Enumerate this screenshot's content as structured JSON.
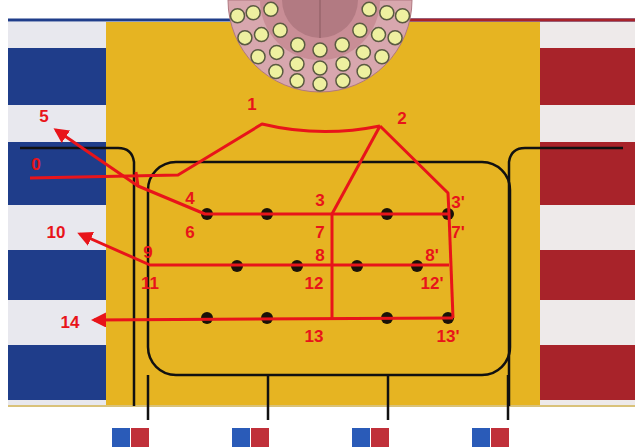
{
  "diagram": {
    "labels": [
      "1",
      "2",
      "5",
      "0",
      "4",
      "3",
      "3'",
      "6",
      "7",
      "7'",
      "10",
      "9",
      "8",
      "8'",
      "11",
      "12",
      "12'",
      "14",
      "13",
      "13'"
    ]
  }
}
